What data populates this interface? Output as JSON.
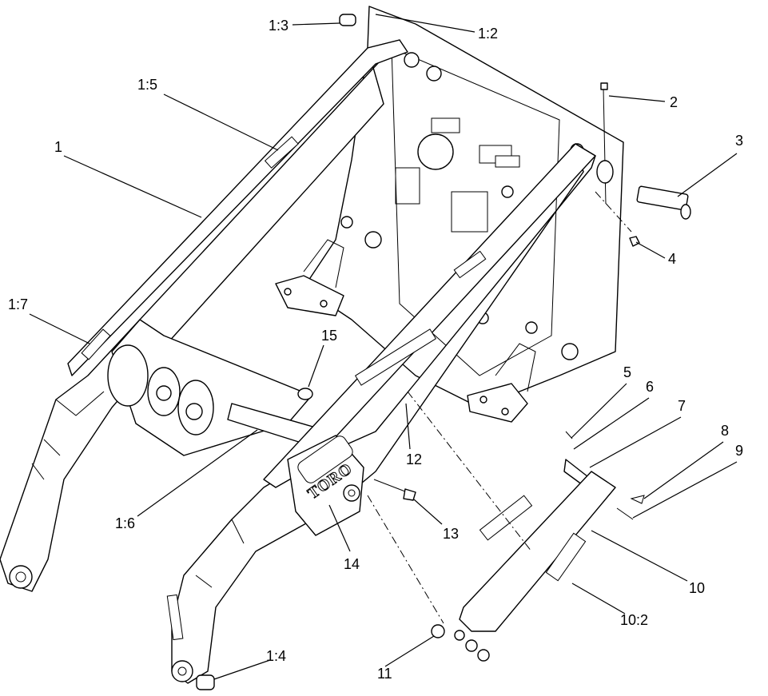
{
  "brand_logo": "TORO",
  "callouts": [
    {
      "id": "1:3",
      "label": "1:3"
    },
    {
      "id": "1:2",
      "label": "1:2"
    },
    {
      "id": "1:5",
      "label": "1:5"
    },
    {
      "id": "2",
      "label": "2"
    },
    {
      "id": "3",
      "label": "3"
    },
    {
      "id": "1",
      "label": "1"
    },
    {
      "id": "4",
      "label": "4"
    },
    {
      "id": "1:7",
      "label": "1:7"
    },
    {
      "id": "15",
      "label": "15"
    },
    {
      "id": "5",
      "label": "5"
    },
    {
      "id": "6",
      "label": "6"
    },
    {
      "id": "7",
      "label": "7"
    },
    {
      "id": "8",
      "label": "8"
    },
    {
      "id": "9",
      "label": "9"
    },
    {
      "id": "12",
      "label": "12"
    },
    {
      "id": "1:6",
      "label": "1:6"
    },
    {
      "id": "13",
      "label": "13"
    },
    {
      "id": "14",
      "label": "14"
    },
    {
      "id": "10",
      "label": "10"
    },
    {
      "id": "10:2",
      "label": "10:2"
    },
    {
      "id": "1:4",
      "label": "1:4"
    },
    {
      "id": "11",
      "label": "11"
    }
  ]
}
